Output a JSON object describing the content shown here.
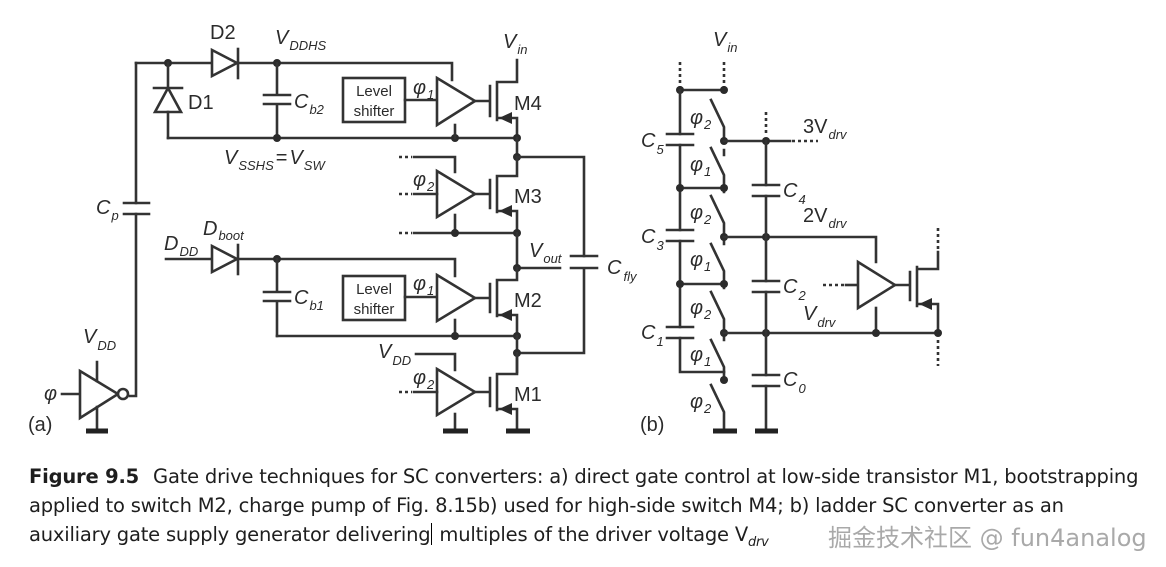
{
  "figure": {
    "panel_a": {
      "tag": "(a)",
      "diodes": {
        "d1": "D1",
        "d2": "D2",
        "dboot": "D",
        "dboot_sub": "boot",
        "ddd": "D",
        "ddd_sub": "DD"
      },
      "nodes": {
        "vddhs": "V",
        "vddhs_sub": "DDHS",
        "vsshs": "V",
        "vsshs_sub": "SSHS",
        "eq": "=",
        "vsw": "V",
        "vsw_sub": "SW",
        "vin": "V",
        "vin_sub": "in",
        "vout": "V",
        "vout_sub": "out",
        "vdd_inv": "V",
        "vdd_inv_sub": "DD",
        "vdd_m1": "V",
        "vdd_m1_sub": "DD",
        "phi_inv": "φ"
      },
      "capacitors": {
        "cb2": "C",
        "cb2_sub": "b2",
        "cb1": "C",
        "cb1_sub": "b1",
        "cp": "C",
        "cp_sub": "p",
        "cfly": "C",
        "cfly_sub": "fly"
      },
      "level_shifter": {
        "line1": "Level",
        "line2": "shifter"
      },
      "phases": {
        "m4": "φ",
        "m4_sub": "1",
        "m3": "φ",
        "m3_sub": "2",
        "m2": "φ",
        "m2_sub": "1",
        "m1": "φ",
        "m1_sub": "2"
      },
      "transistors": {
        "m4": "M4",
        "m3": "M3",
        "m2": "M2",
        "m1": "M1"
      }
    },
    "panel_b": {
      "tag": "(b)",
      "vin": "V",
      "vin_sub": "in",
      "rails": {
        "v3": "3V",
        "v3_sub": "drv",
        "v2": "2V",
        "v2_sub": "drv",
        "v1": "V",
        "v1_sub": "drv"
      },
      "capacitors": [
        {
          "name": "C",
          "sub": "5"
        },
        {
          "name": "C",
          "sub": "4"
        },
        {
          "name": "C",
          "sub": "3"
        },
        {
          "name": "C",
          "sub": "2"
        },
        {
          "name": "C",
          "sub": "1"
        },
        {
          "name": "C",
          "sub": "0"
        }
      ],
      "switch_phases": [
        {
          "phi": "φ",
          "sub": "2"
        },
        {
          "phi": "φ",
          "sub": "1"
        },
        {
          "phi": "φ",
          "sub": "2"
        },
        {
          "phi": "φ",
          "sub": "1"
        },
        {
          "phi": "φ",
          "sub": "2"
        },
        {
          "phi": "φ",
          "sub": "1"
        },
        {
          "phi": "φ",
          "sub": "2"
        }
      ]
    }
  },
  "caption": {
    "label": "Figure 9.5",
    "text_before_cursor": "Gate drive techniques for SC converters: a) direct gate control at low-side transistor M1, bootstrapping applied to switch M2, charge pump of Fig. 8.15b) used for high-side switch M4; b) ladder SC converter as an auxiliary gate supply generator delivering",
    "text_after_cursor": " multiples of the driver voltage V",
    "text_after_cursor_sub": "drv"
  },
  "watermark": "掘金技术社区 @ fun4analog"
}
